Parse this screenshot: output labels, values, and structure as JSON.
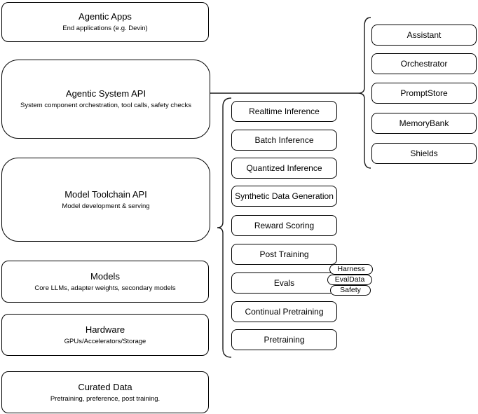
{
  "diagram": {
    "stack": [
      {
        "title": "Agentic Apps",
        "subtitle": "End applications (e.g. Devin)"
      },
      {
        "title": "Agentic System API",
        "subtitle": "System component orchestration, tool calls, safety checks"
      },
      {
        "title": "Model Toolchain API",
        "subtitle": "Model development & serving"
      },
      {
        "title": "Models",
        "subtitle": "Core LLMs, adapter weights, secondary models"
      },
      {
        "title": "Hardware",
        "subtitle": "GPUs/Accelerators/Storage"
      },
      {
        "title": "Curated Data",
        "subtitle": "Pretraining, preference, post training."
      }
    ],
    "toolchain_services": [
      {
        "label": "Realtime Inference"
      },
      {
        "label": "Batch Inference"
      },
      {
        "label": "Quantized Inference"
      },
      {
        "label": "Synthetic Data Generation"
      },
      {
        "label": "Reward Scoring"
      },
      {
        "label": "Post Training"
      },
      {
        "label": "Evals"
      },
      {
        "label": "Continual Pretraining"
      },
      {
        "label": "Pretraining"
      }
    ],
    "eval_tags": [
      {
        "label": "Harness"
      },
      {
        "label": "EvalData"
      },
      {
        "label": "Safety"
      }
    ],
    "system_components": [
      {
        "label": "Assistant"
      },
      {
        "label": "Orchestrator"
      },
      {
        "label": "PromptStore"
      },
      {
        "label": "MemoryBank"
      },
      {
        "label": "Shields"
      }
    ],
    "colors": {
      "stroke": "#000000",
      "canvas": "#ffffff"
    }
  }
}
